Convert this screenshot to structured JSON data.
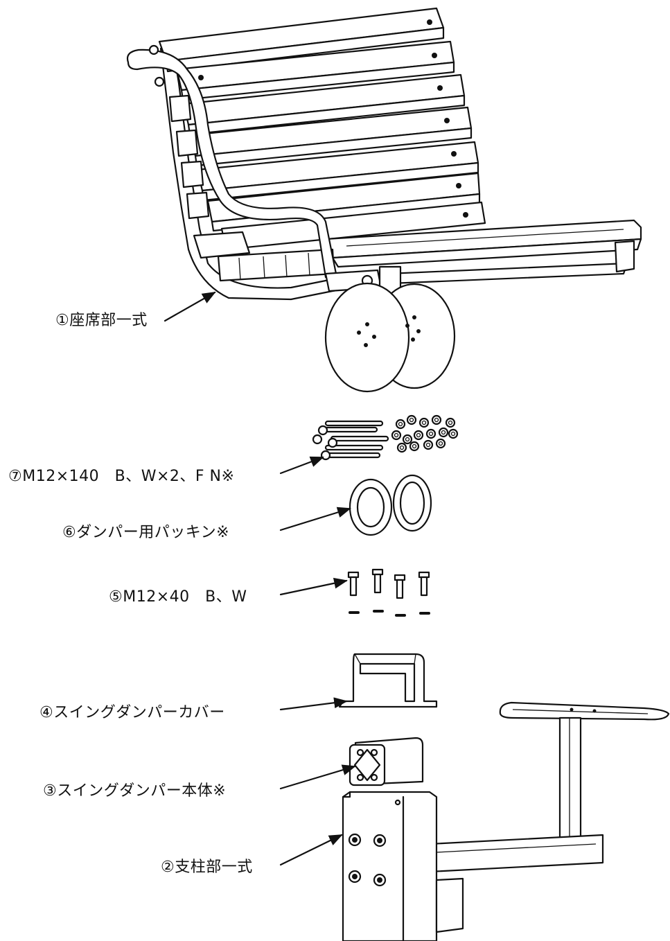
{
  "parts": [
    {
      "no": 1,
      "label": "①座席部一式"
    },
    {
      "no": 2,
      "label": "②支柱部一式"
    },
    {
      "no": 3,
      "label": "③スイングダンパー本体※"
    },
    {
      "no": 4,
      "label": "④スイングダンパーカバー"
    },
    {
      "no": 5,
      "label": "⑤M12×40　B、W"
    },
    {
      "no": 6,
      "label": "⑥ダンパー用パッキン※"
    },
    {
      "no": 7,
      "label": "⑦M12×140　B、W×2、F N※"
    }
  ],
  "colors": {
    "line": "#111111",
    "fill": "#ffffff"
  }
}
